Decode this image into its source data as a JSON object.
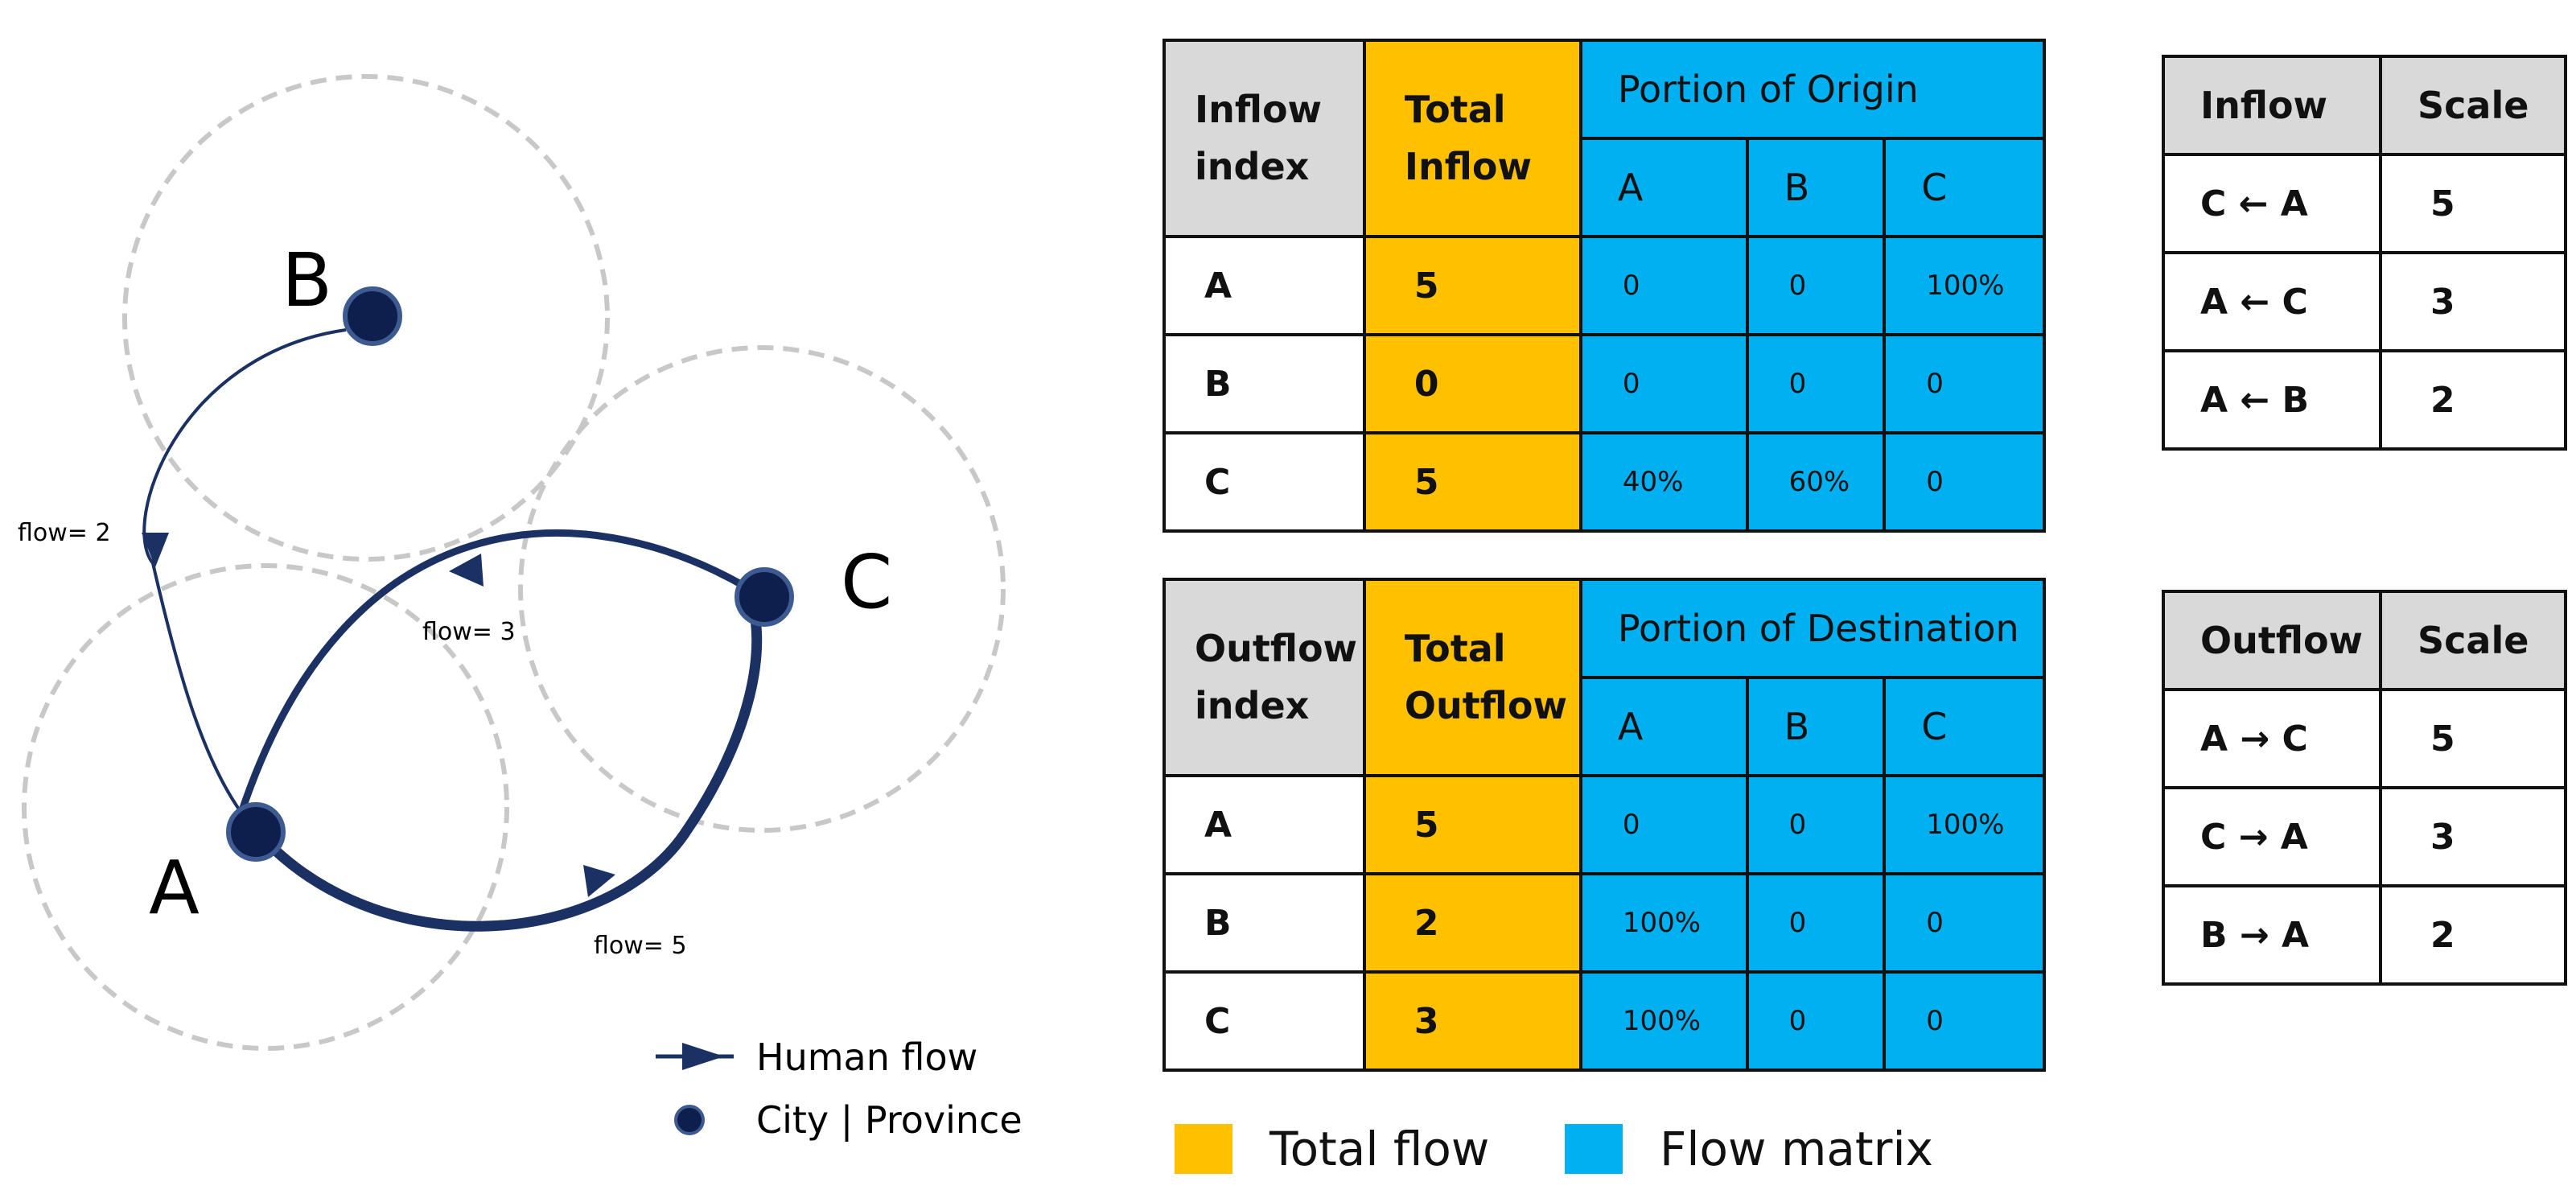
{
  "diagram": {
    "cities": [
      {
        "label": "A"
      },
      {
        "label": "B"
      },
      {
        "label": "C"
      }
    ],
    "flows": [
      {
        "from": "B",
        "to": "A",
        "label": "flow= 2"
      },
      {
        "from": "C",
        "to": "A",
        "label": "flow= 3"
      },
      {
        "from": "A",
        "to": "C",
        "label": "flow= 5"
      }
    ],
    "legend": {
      "human_flow": "Human flow",
      "city": "City | Province"
    },
    "colors": {
      "node": "#0e1f4d",
      "flow": "#1b3163",
      "circle": "#c8c8c8"
    }
  },
  "inflow_table": {
    "index_header": "Inflow index",
    "total_header": "Total Inflow",
    "portion_header": "Portion of Origin",
    "columns": [
      "A",
      "B",
      "C"
    ],
    "rows": [
      {
        "index": "A",
        "total": "5",
        "values": [
          "0",
          "0",
          "100%"
        ]
      },
      {
        "index": "B",
        "total": "0",
        "values": [
          "0",
          "0",
          "0"
        ]
      },
      {
        "index": "C",
        "total": "5",
        "values": [
          "40%",
          "60%",
          "0"
        ]
      }
    ]
  },
  "outflow_table": {
    "index_header": "Outflow index",
    "total_header": "Total Outflow",
    "portion_header": "Portion of Destination",
    "columns": [
      "A",
      "B",
      "C"
    ],
    "rows": [
      {
        "index": "A",
        "total": "5",
        "values": [
          "0",
          "0",
          "100%"
        ]
      },
      {
        "index": "B",
        "total": "2",
        "values": [
          "100%",
          "0",
          "0"
        ]
      },
      {
        "index": "C",
        "total": "3",
        "values": [
          "100%",
          "0",
          "0"
        ]
      }
    ]
  },
  "inflow_scale": {
    "headers": [
      "Inflow",
      "Scale"
    ],
    "rows": [
      {
        "route": "C ← A",
        "scale": "5"
      },
      {
        "route": "A ← C",
        "scale": "3"
      },
      {
        "route": "A ← B",
        "scale": "2"
      }
    ]
  },
  "outflow_scale": {
    "headers": [
      "Outflow",
      "Scale"
    ],
    "rows": [
      {
        "route": "A → C",
        "scale": "5"
      },
      {
        "route": "C → A",
        "scale": "3"
      },
      {
        "route": "B → A",
        "scale": "2"
      }
    ]
  },
  "bottom_legend": {
    "total_flow": "Total flow",
    "flow_matrix": "Flow matrix",
    "total_color": "#ffc000",
    "matrix_color": "#00b0f0"
  }
}
